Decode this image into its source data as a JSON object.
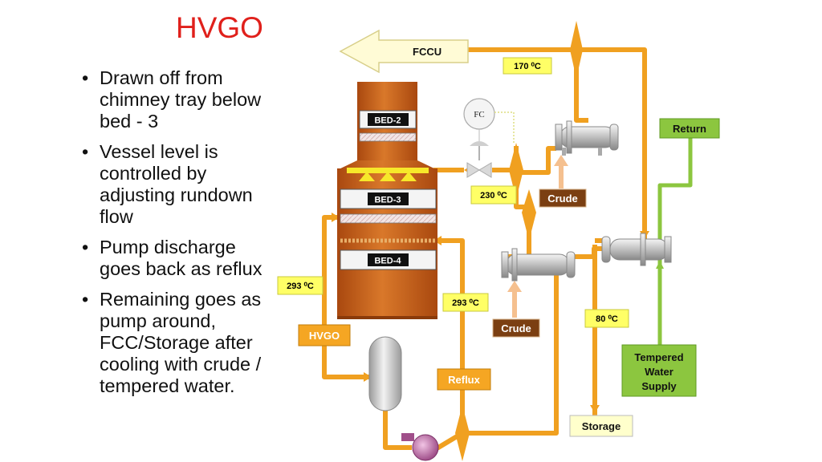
{
  "title": "HVGO",
  "bullets": [
    "Drawn off from chimney tray below bed - 3",
    "Vessel level is controlled by adjusting rundown flow",
    "Pump discharge goes back as reflux",
    "Remaining goes as pump around, FCC/Storage after cooling with crude / tempered water."
  ],
  "diagram": {
    "fccu": "FCCU",
    "bed2": "BED-2",
    "bed3": "BED-3",
    "bed4": "BED-4",
    "fc": "FC",
    "return": "Return",
    "crude_top": "Crude",
    "crude_mid": "Crude",
    "tempered_water": [
      "Tempered",
      "Water",
      "Supply"
    ],
    "storage": "Storage",
    "hvgo_tag": "HVGO",
    "reflux": "Reflux",
    "temps": {
      "t170": "170 ⁰C",
      "t230": "230 ⁰C",
      "t293_left": "293 ⁰C",
      "t293_mid": "293 ⁰C",
      "t80": "80 ⁰C"
    }
  },
  "colors": {
    "title": "#e0201b",
    "pipe_orange": "#f0a020",
    "pipe_green": "#8cc63f",
    "column": "#c8641a",
    "tag_yellow": "#ffff66",
    "tag_orange": "#f5a623",
    "tag_brown": "#7b3f12",
    "tag_green": "#8cc63f",
    "tag_cream": "#ffffcc"
  }
}
